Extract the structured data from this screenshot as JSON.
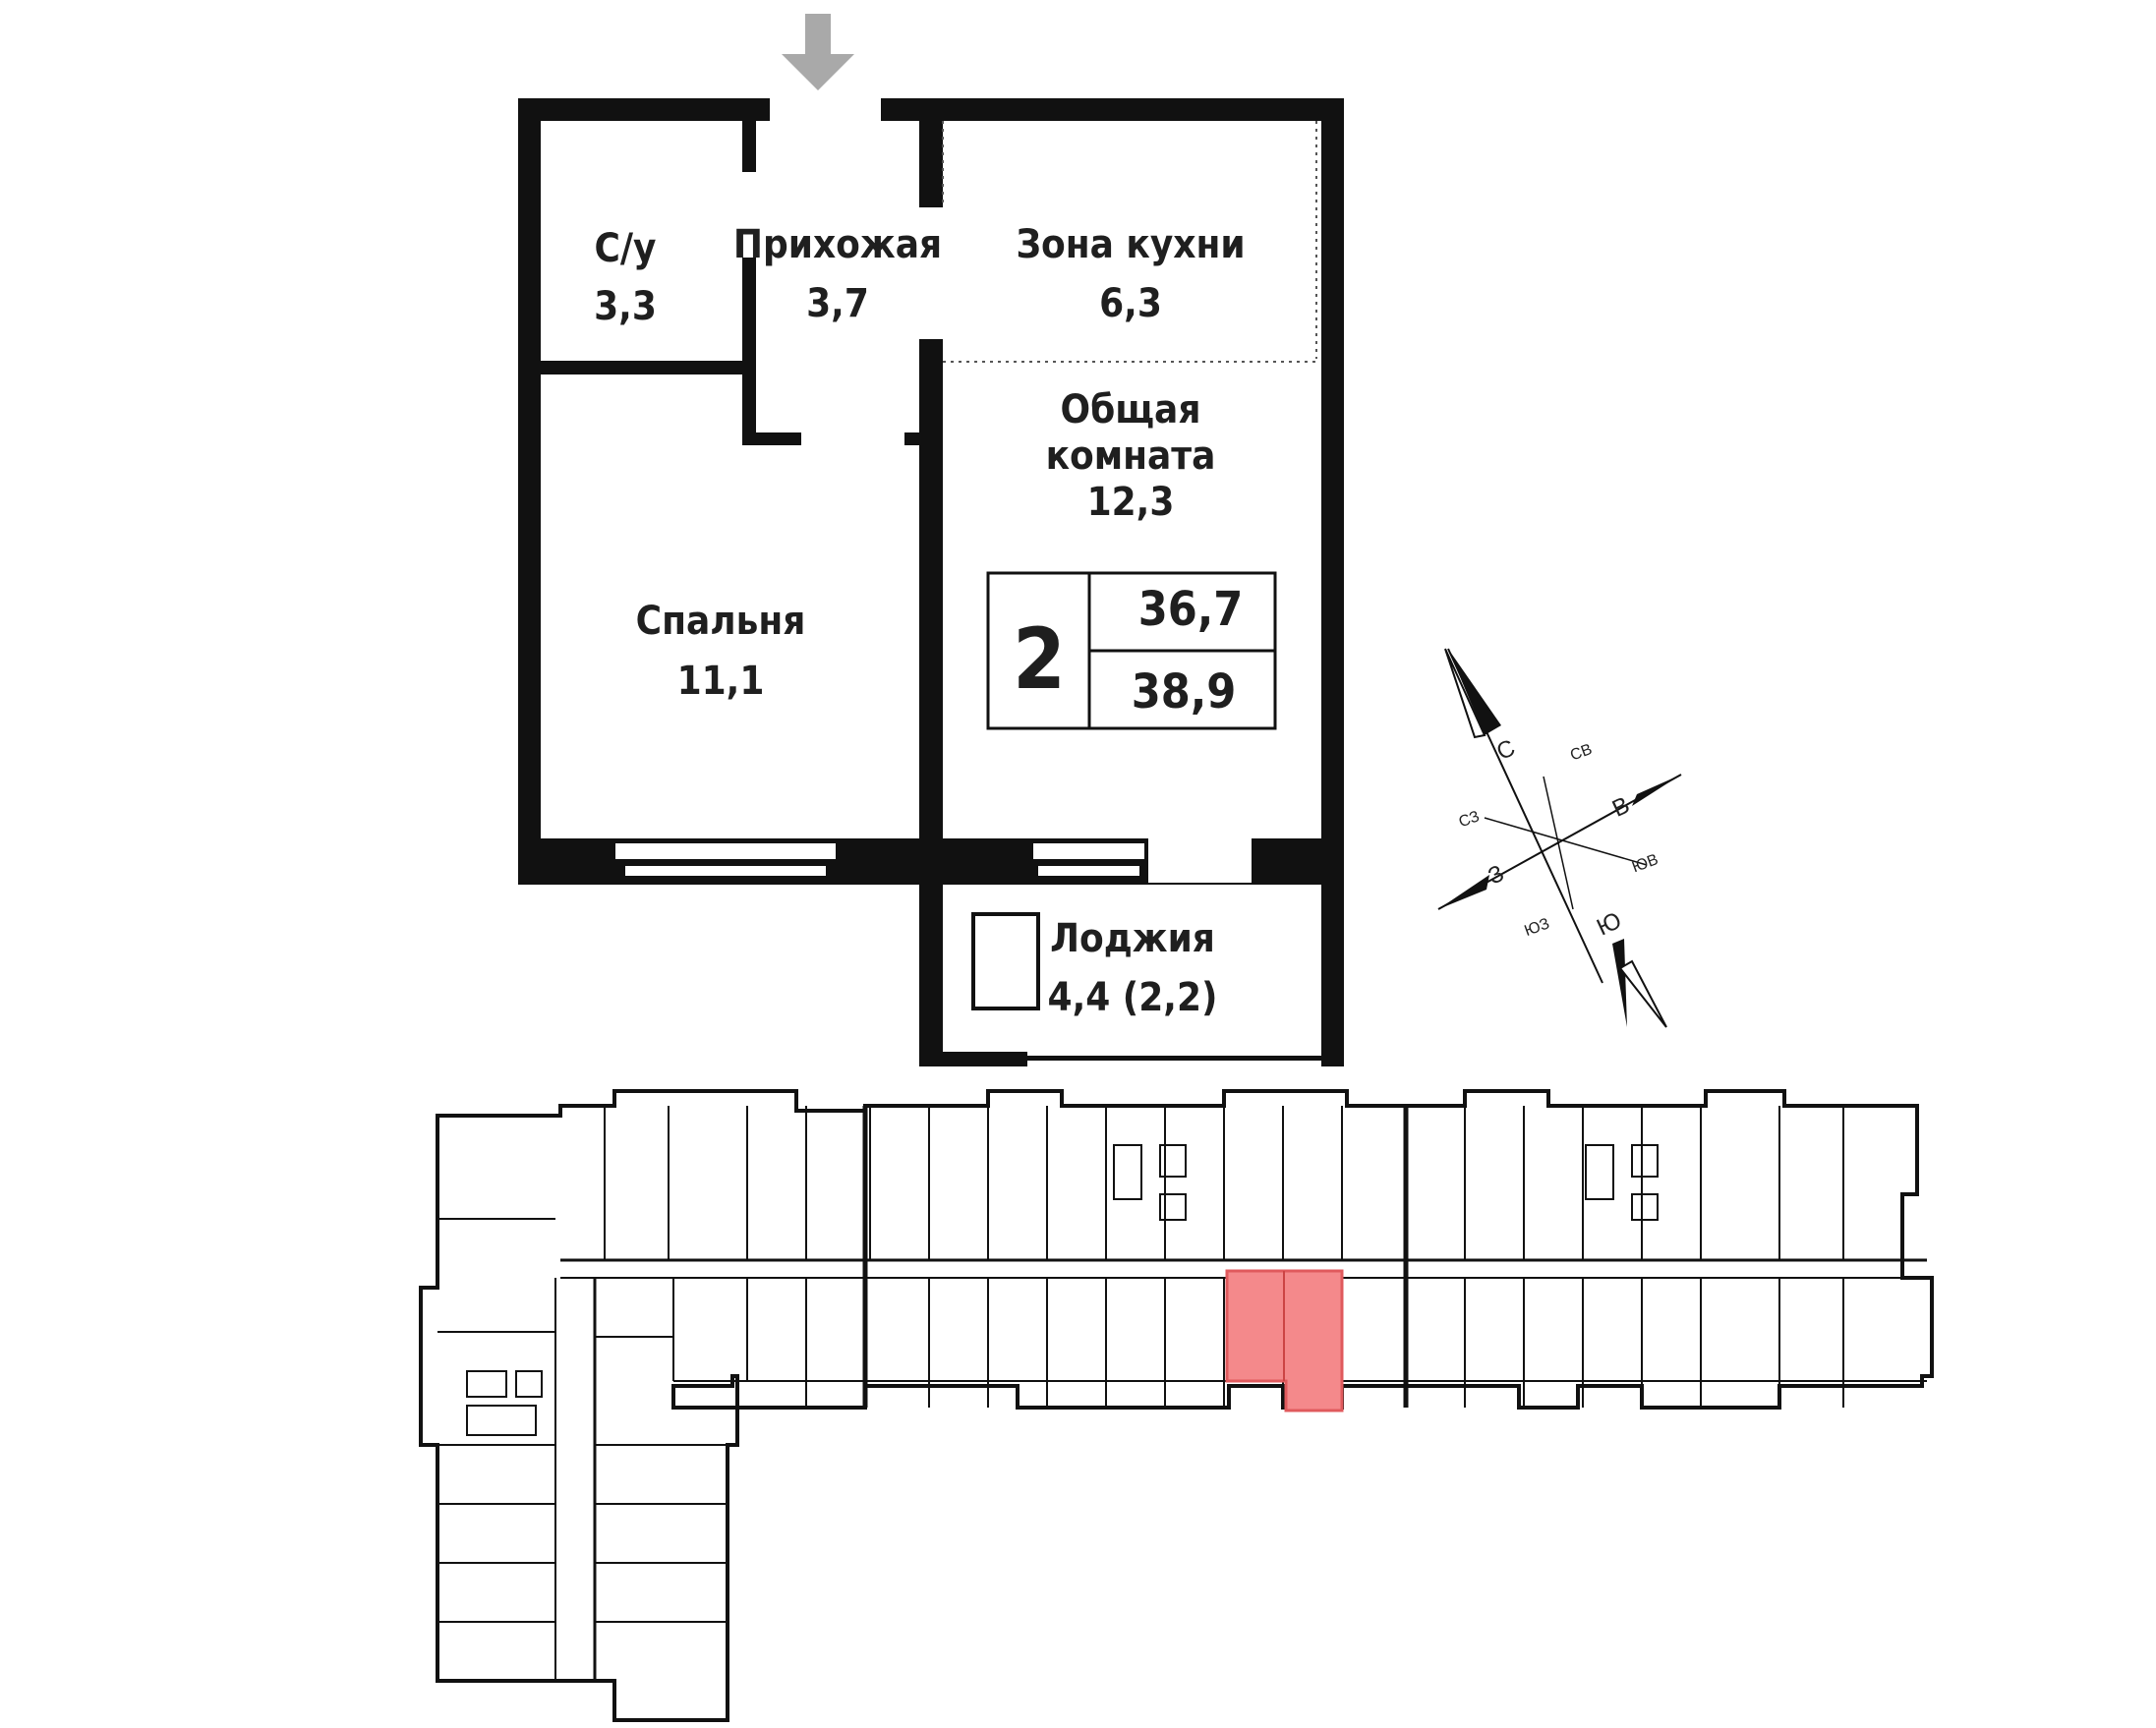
{
  "rooms": {
    "bathroom": {
      "name": "С/у",
      "area": "3,3"
    },
    "hallway": {
      "name": "Прихожая",
      "area": "3,7"
    },
    "kitchen": {
      "name": "Зона кухни",
      "area": "6,3"
    },
    "living": {
      "name_line1": "Общая",
      "name_line2": "комната",
      "area": "12,3"
    },
    "bedroom": {
      "name": "Спальня",
      "area": "11,1"
    },
    "loggia": {
      "name": "Лоджия",
      "area": "4,4 (2,2)"
    }
  },
  "summary": {
    "rooms_count": "2",
    "living_area": "36,7",
    "total_area": "38,9"
  },
  "compass": {
    "n": "С",
    "ne": "СВ",
    "e": "В",
    "se": "ЮВ",
    "s": "Ю",
    "sw": "ЮЗ",
    "w": "З",
    "nw": "СЗ"
  },
  "colors": {
    "wall": "#111111",
    "highlight": "#f4898b",
    "entrance_arrow": "#a9a9a9"
  }
}
